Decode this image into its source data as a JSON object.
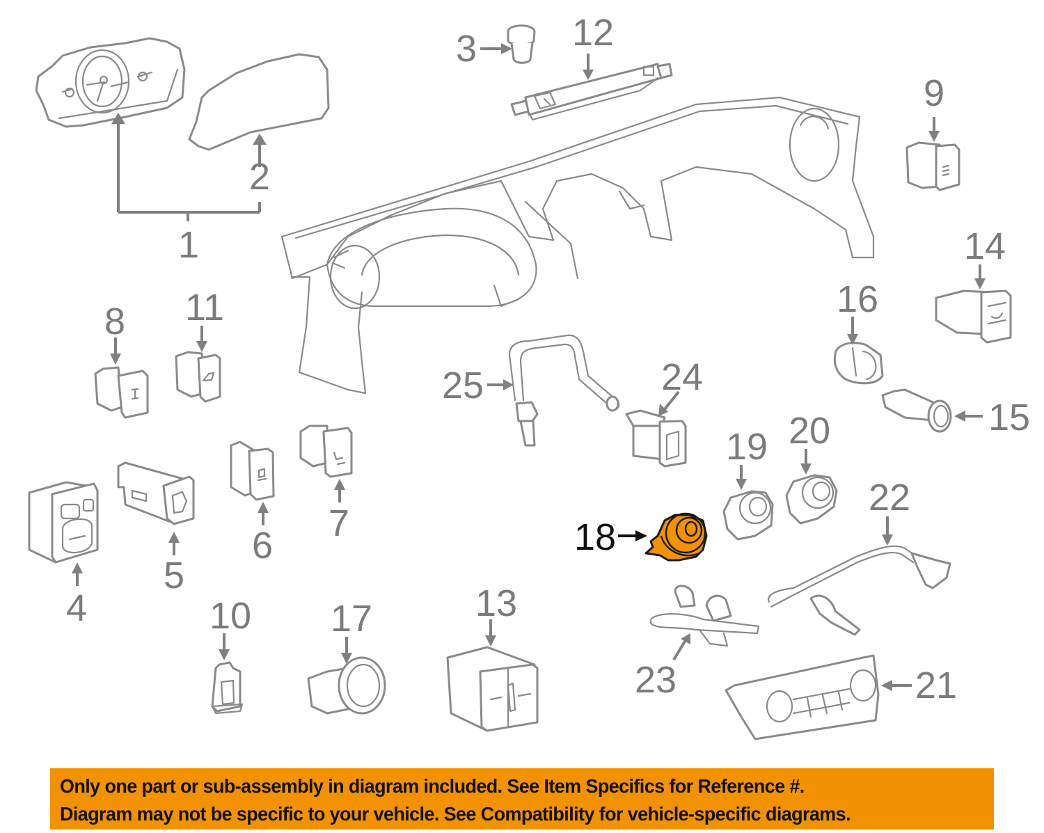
{
  "diagram": {
    "title": "Instrument Panel Switches & Cluster Exploded Diagram",
    "highlight_color": "#f39200",
    "line_color": "#8a8a8a",
    "highlighted_part": "18",
    "callouts": [
      {
        "ref": "1",
        "part": "instrument-cluster-assembly"
      },
      {
        "ref": "2",
        "part": "cluster-lens"
      },
      {
        "ref": "3",
        "part": "knob"
      },
      {
        "ref": "4",
        "part": "mirror-switch"
      },
      {
        "ref": "5",
        "part": "dimmer-switch"
      },
      {
        "ref": "6",
        "part": "switch"
      },
      {
        "ref": "7",
        "part": "switch"
      },
      {
        "ref": "8",
        "part": "switch"
      },
      {
        "ref": "9",
        "part": "switch"
      },
      {
        "ref": "10",
        "part": "stop-lamp-switch"
      },
      {
        "ref": "11",
        "part": "switch"
      },
      {
        "ref": "12",
        "part": "hazard-switch"
      },
      {
        "ref": "13",
        "part": "switch-assembly"
      },
      {
        "ref": "14",
        "part": "switch"
      },
      {
        "ref": "15",
        "part": "power-outlet"
      },
      {
        "ref": "16",
        "part": "outlet-housing"
      },
      {
        "ref": "17",
        "part": "start-switch"
      },
      {
        "ref": "18",
        "part": "knob-highlighted"
      },
      {
        "ref": "19",
        "part": "knob"
      },
      {
        "ref": "20",
        "part": "knob"
      },
      {
        "ref": "21",
        "part": "climate-control-panel"
      },
      {
        "ref": "22",
        "part": "wire-harness"
      },
      {
        "ref": "23",
        "part": "wire-harness"
      },
      {
        "ref": "24",
        "part": "usb-jack"
      },
      {
        "ref": "25",
        "part": "cable"
      }
    ]
  },
  "banner": {
    "line1": "Only one part or sub-assembly in diagram included. See Item Specifics for Reference #.",
    "line2": "Diagram may not be specific to your vehicle. See Compatibility for vehicle-specific diagrams."
  }
}
